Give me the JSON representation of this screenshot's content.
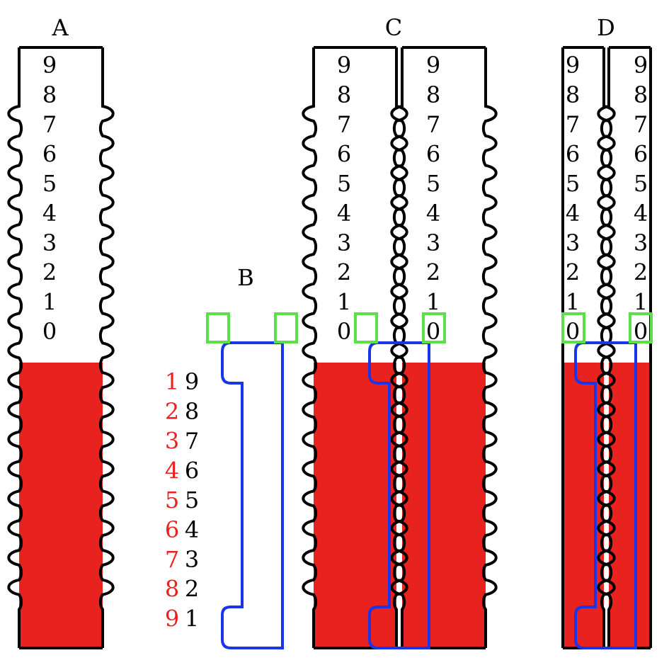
{
  "panels": {
    "a": {
      "label": "A"
    },
    "b": {
      "label": "B"
    },
    "c": {
      "label": "C"
    },
    "d": {
      "label": "D"
    }
  },
  "digits": [
    "9",
    "8",
    "7",
    "6",
    "5",
    "4",
    "3",
    "2",
    "1",
    "0"
  ],
  "complement_table": {
    "red_digits": [
      "1",
      "2",
      "3",
      "4",
      "5",
      "6",
      "7",
      "8",
      "9"
    ],
    "black_digits": [
      "9",
      "8",
      "7",
      "6",
      "5",
      "4",
      "3",
      "2",
      "1"
    ]
  },
  "colors": {
    "outline": "#000000",
    "fill": "#e8231f",
    "window": "#5be04b",
    "slider": "#1a35e8",
    "red_text": "#e8231f"
  }
}
